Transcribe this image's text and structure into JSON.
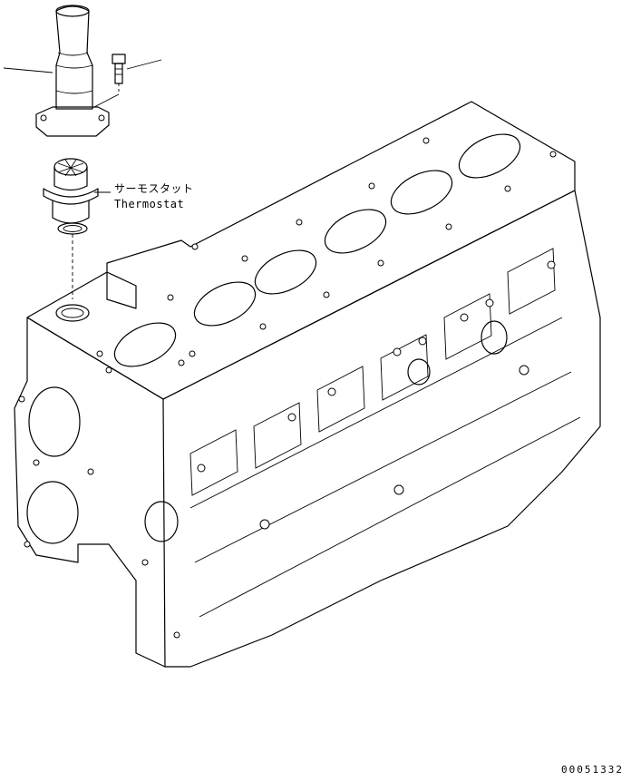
{
  "labels": {
    "thermostat_jp": "サーモスタット",
    "thermostat_en": "Thermostat"
  },
  "reference_code": "00051332",
  "colors": {
    "line": "#000000",
    "background": "#ffffff"
  }
}
